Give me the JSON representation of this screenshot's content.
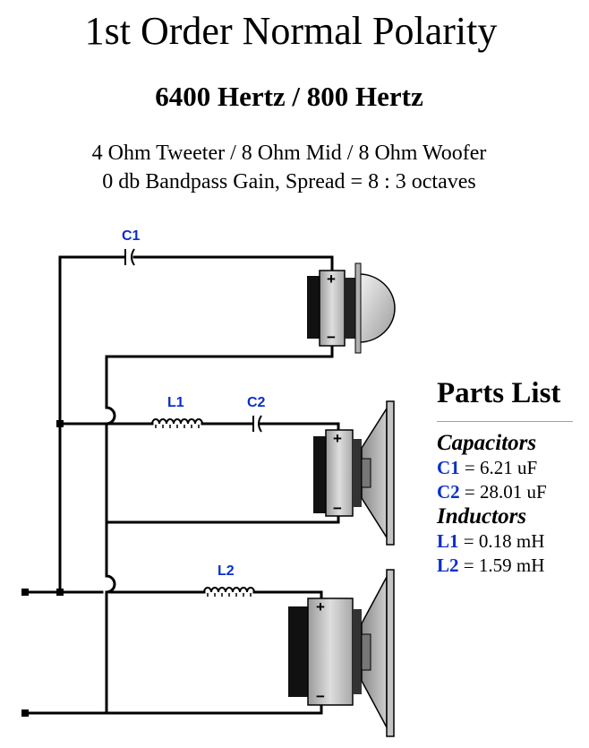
{
  "header": {
    "title": "1st Order Normal Polarity",
    "frequencies": "6400 Hertz / 800 Hertz",
    "subtitle_line1": "4 Ohm Tweeter / 8 Ohm Mid / 8 Ohm Woofer",
    "subtitle_line2": "0 db Bandpass Gain, Spread = 8 : 3 octaves"
  },
  "schematic": {
    "labels": {
      "c1": "C1",
      "c2": "C2",
      "l1": "L1",
      "l2": "L2"
    },
    "polarity": {
      "plus": "+",
      "minus": "−"
    },
    "drivers": [
      "tweeter",
      "midrange",
      "woofer"
    ],
    "colors": {
      "label": "#0a2fc8",
      "wire": "#000000",
      "magnet": "#111111",
      "body": "#c8c8c8"
    }
  },
  "parts_list": {
    "title": "Parts List",
    "capacitors_heading": "Capacitors",
    "capacitors": [
      {
        "name": "C1",
        "value": " = 6.21 uF"
      },
      {
        "name": "C2",
        "value": " = 28.01 uF"
      }
    ],
    "inductors_heading": "Inductors",
    "inductors": [
      {
        "name": "L1",
        "value": " = 0.18 mH"
      },
      {
        "name": "L2",
        "value": " = 1.59 mH"
      }
    ],
    "name_color": "#0a2fc8"
  }
}
